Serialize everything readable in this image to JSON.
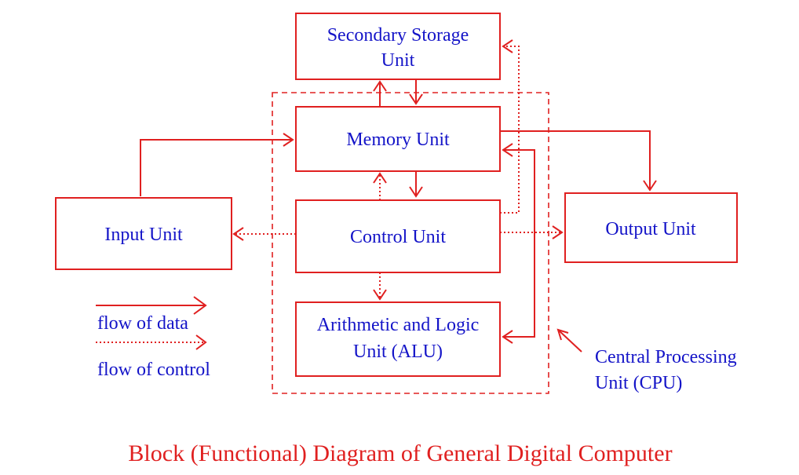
{
  "diagram": {
    "units": {
      "secondary_storage": [
        "Secondary Storage",
        "Unit"
      ],
      "memory": "Memory Unit",
      "control": "Control Unit",
      "alu": [
        "Arithmetic and Logic",
        "Unit (ALU)"
      ],
      "input": "Input Unit",
      "output": "Output Unit"
    },
    "cpu_label": [
      "Central Processing",
      "Unit (CPU)"
    ],
    "legend": {
      "data": "flow of data",
      "control": "flow of control"
    },
    "caption": "Block (Functional) Diagram of General Digital Computer"
  },
  "colors": {
    "line": "#e02020",
    "text": "#1414c8",
    "caption": "#e02020"
  }
}
